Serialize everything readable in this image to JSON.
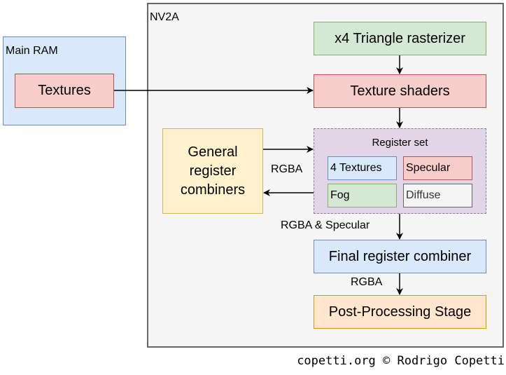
{
  "diagram": {
    "main_ram": {
      "title": "Main RAM",
      "textures_label": "Textures"
    },
    "nv2a": {
      "title": "NV2A",
      "triangle_rasterizer": "x4 Triangle rasterizer",
      "texture_shaders": "Texture shaders",
      "general_combiners": "General register combiners",
      "register_set": {
        "title": "Register set",
        "registers": [
          "4 Textures",
          "Specular",
          "Fog",
          "Diffuse"
        ]
      },
      "final_combiner": "Final register combiner",
      "post_processing": "Post-Processing Stage"
    },
    "edge_labels": {
      "combiners_rgba": "RGBA",
      "rgba_specular": "RGBA & Specular",
      "final_rgba": "RGBA"
    },
    "edges": [
      [
        "Main RAM Textures",
        "Texture shaders"
      ],
      [
        "x4 Triangle rasterizer",
        "Texture shaders"
      ],
      [
        "Texture shaders",
        "Register set"
      ],
      [
        "General register combiners",
        "Register set"
      ],
      [
        "Register set",
        "General register combiners"
      ],
      [
        "Register set",
        "Final register combiner"
      ],
      [
        "Final register combiner",
        "Post-Processing Stage"
      ]
    ]
  },
  "colors": {
    "blue_fill": "#dae8fc",
    "blue_stroke": "#6c8ebf",
    "red_fill": "#f8cecc",
    "red_stroke": "#b85450",
    "green_fill": "#d5e8d4",
    "green_stroke": "#82b366",
    "yellow_fill": "#fff2cc",
    "yellow_stroke": "#d6b656",
    "orange_fill": "#ffe6cc",
    "orange_stroke": "#d79b00",
    "purple_fill": "#e1d5e7",
    "purple_stroke": "#9673a6",
    "grey_fill": "#f5f5f5",
    "grey_stroke": "#666666"
  },
  "footer": "copetti.org © Rodrigo Copetti"
}
